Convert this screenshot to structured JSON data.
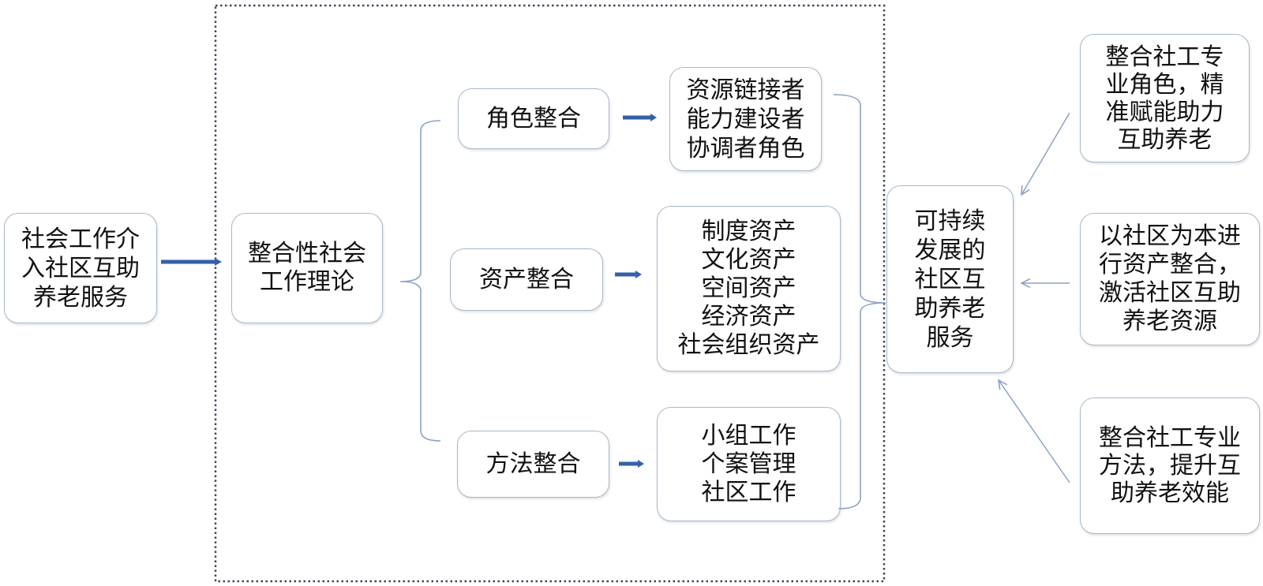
{
  "diagram": {
    "source_box": {
      "lines": [
        "社会工作介",
        "入社区互助",
        "养老服务"
      ]
    },
    "theory_box": {
      "lines": [
        "整合性社会",
        "工作理论"
      ]
    },
    "branches": [
      {
        "label": "角色整合",
        "detail_lines": [
          "资源链接者",
          "能力建设者",
          "协调者角色"
        ]
      },
      {
        "label": "资产整合",
        "detail_lines": [
          "制度资产",
          "文化资产",
          "空间资产",
          "经济资产",
          "社会组织资产"
        ]
      },
      {
        "label": "方法整合",
        "detail_lines": [
          "小组工作",
          "个案管理",
          "社区工作"
        ]
      }
    ],
    "outcome_box": {
      "lines": [
        "可持续",
        "发展的",
        "社区互",
        "助养老",
        "服务"
      ]
    },
    "effects": [
      {
        "lines": [
          "整合社工专",
          "业角色，精",
          "准赋能助力",
          "互助养老"
        ]
      },
      {
        "lines": [
          "以社区为本进",
          "行资产整合，",
          "激活社区互助",
          "养老资源"
        ]
      },
      {
        "lines": [
          "整合社工专业",
          "方法，提升互",
          "助养老效能"
        ]
      }
    ]
  },
  "colors": {
    "box_border": "#a8b8cc",
    "thick_arrow": "#3360a8",
    "thin_line": "#8ca3c3",
    "frame": "#3b4759",
    "text": "#111111"
  }
}
